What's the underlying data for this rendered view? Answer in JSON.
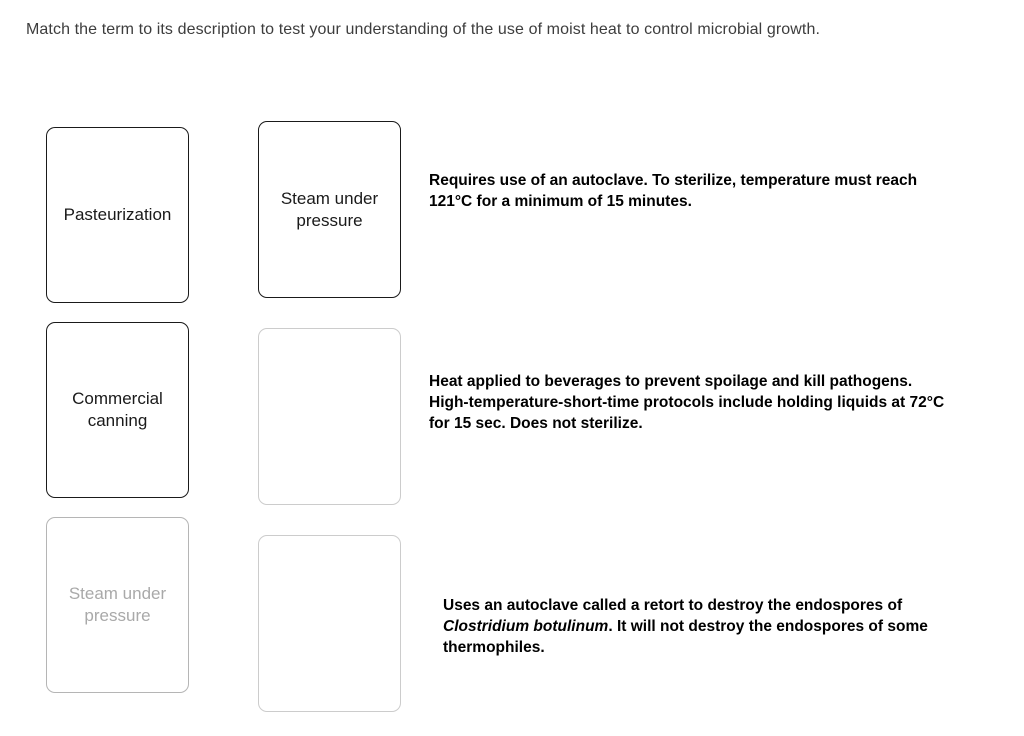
{
  "instruction": "Match the term to its description to test your understanding of the use of moist heat to control microbial growth.",
  "colors": {
    "background": "#ffffff",
    "instruction_text": "#3d3d3d",
    "card_border_active": "#1a1a1a",
    "card_text_active": "#1a1a1a",
    "card_border_disabled": "#b5b5b5",
    "card_text_disabled": "#a9a9a9",
    "dropzone_border_empty": "#cccccc",
    "description_text": "#000000"
  },
  "rows": [
    {
      "term": {
        "label": "Pasteurization",
        "state": "active"
      },
      "dropzone": {
        "label": "Steam under pressure",
        "state": "filled"
      },
      "description": {
        "before_italic": "Requires use of an autoclave. To sterilize, temperature must reach 121°C for a minimum of 15 minutes.",
        "italic": "",
        "after_italic": ""
      }
    },
    {
      "term": {
        "label": "Commercial canning",
        "state": "active"
      },
      "dropzone": {
        "label": "",
        "state": "empty"
      },
      "description": {
        "before_italic": "Heat applied to beverages to prevent spoilage and kill pathogens.  High-temperature-short-time protocols include holding liquids at 72°C for 15 sec. Does not sterilize.",
        "italic": "",
        "after_italic": ""
      }
    },
    {
      "term": {
        "label": "Steam under pressure",
        "state": "disabled"
      },
      "dropzone": {
        "label": "",
        "state": "empty"
      },
      "description": {
        "before_italic": "Uses an autoclave called a retort to destroy the endospores of ",
        "italic": "Clostridium botulinum",
        "after_italic": ". It will not destroy the endospores of some thermophiles."
      }
    }
  ]
}
